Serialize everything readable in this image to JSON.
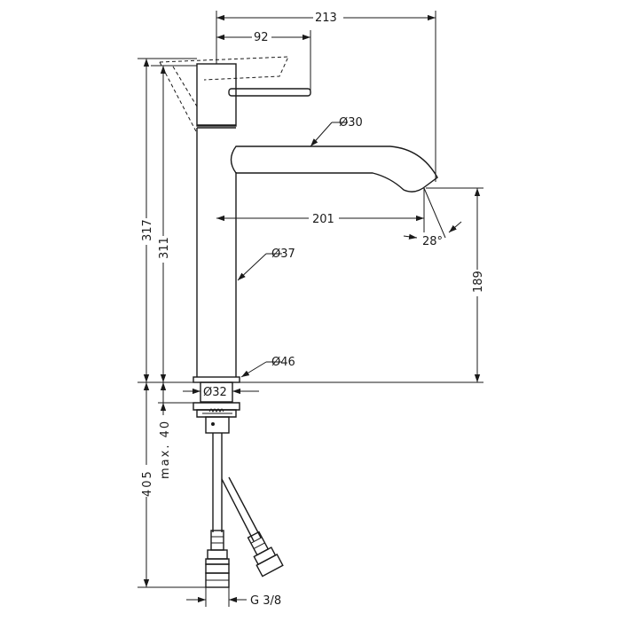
{
  "dimensions": {
    "overall_reach": "213",
    "handle_reach": "92",
    "spout_diameter": "Ø30",
    "spout_reach": "201",
    "spout_angle": "28°",
    "body_diameter": "Ø37",
    "base_diameter": "Ø46",
    "total_height": "317",
    "body_height": "311",
    "spout_height": "189",
    "shank_diameter": "Ø32",
    "max_deck": "max. 40",
    "hose_length": "405",
    "connection_thread": "G 3/8"
  }
}
